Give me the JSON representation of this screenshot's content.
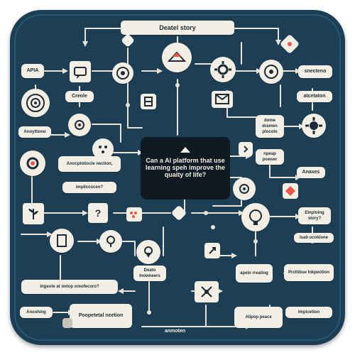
{
  "title": "Deatel story",
  "center_question": "Can a AI platform that use learning speh improve the quaity of life?",
  "labels": {
    "apia": "APIA",
    "creole": "Creole",
    "anoyltiono": "Anoyltiono",
    "anoptictone": "Anocptotiocle nection,",
    "impliccocen": "Impliccocen?",
    "sncetene": "snecteno",
    "atcetaton": "atcetaton",
    "done_dramen": "dome dramen plocolo",
    "pleap_pouer": "npeap poewer",
    "anaxes": "Anaxes",
    "elnploing": "Elnploing story?",
    "lsab": "Isab ocokione",
    "apelo": "apelo rreating",
    "practitioe": "Prcttibue Inkpeotion",
    "deoto": "Deato Inowneers",
    "ingpote": "Ingeote at ontop oreofecoro?",
    "anoshing": "Anoshing",
    "poopeteal": "Poopetetal neetion",
    "anmoten": "anmoten",
    "alipop": "Alipop peace",
    "impicion": "Impicetion"
  },
  "colors": {
    "board": "#1d3f55",
    "box": "#f4efe4",
    "center": "#0f1a22",
    "wire": "#e9e4d8",
    "accent": "#e9574b"
  },
  "icons": [
    "target-icon",
    "chat-icon",
    "eye-icon",
    "settings-icon",
    "message-icon",
    "ladder-icon",
    "gear-icon",
    "code-icon",
    "question-icon",
    "plant-icon",
    "lightbulb-icon",
    "pin-icon",
    "network-icon",
    "mountain-icon",
    "document-icon",
    "key-icon",
    "bug-icon",
    "clipboard-icon",
    "diamond-icon",
    "link-icon"
  ]
}
